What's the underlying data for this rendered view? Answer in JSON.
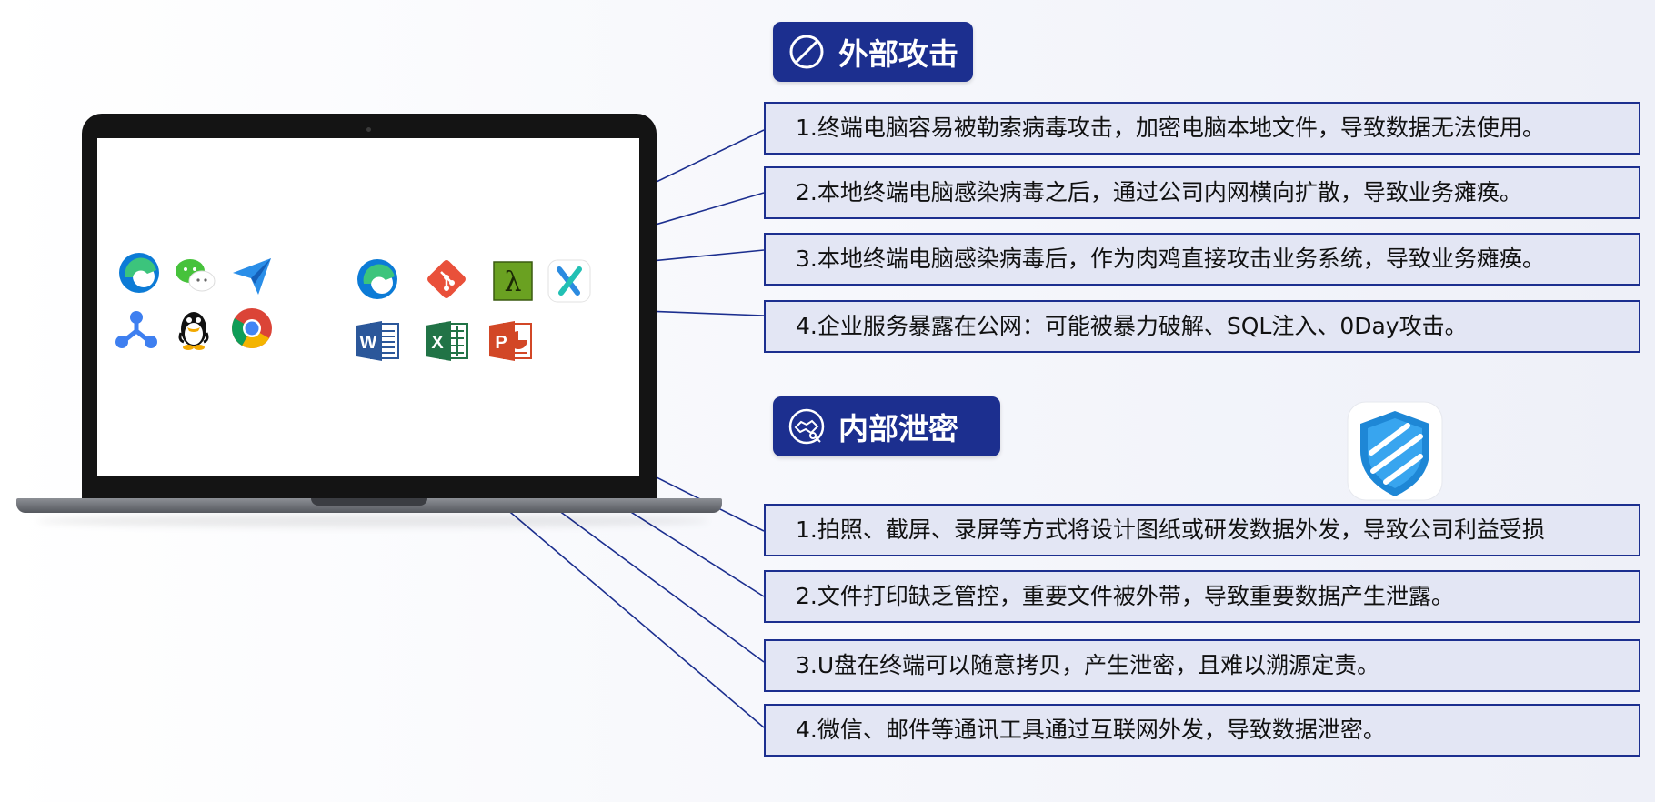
{
  "external_attack": {
    "title": "外部攻击",
    "items": [
      "1.终端电脑容易被勒索病毒攻击，加密电脑本地文件，导致数据无法使用。",
      "2.本地终端电脑感染病毒之后，通过公司内网横向扩散，导致业务瘫痪。",
      "3.本地终端电脑感染病毒后，作为肉鸡直接攻击业务系统，导致业务瘫痪。",
      "4.企业服务暴露在公网：可能被暴力破解、SQL注入、0Day攻击。"
    ]
  },
  "internal_leak": {
    "title": "内部泄密",
    "items": [
      "1.拍照、截屏、录屏等方式将设计图纸或研发数据外发，导致公司利益受损",
      "2.文件打印缺乏管控，重要文件被外带，导致重要数据产生泄露。",
      "3.U盘在终端可以随意拷贝，产生泄密，且难以溯源定责。",
      "4.微信、邮件等通讯工具通过互联网外发，导致数据泄密。"
    ]
  },
  "laptop_icons": {
    "left_group": [
      "edge-icon",
      "wechat-icon",
      "send-icon",
      "share-node-icon",
      "qq-icon",
      "chrome-icon"
    ],
    "right_group": [
      "edge-icon",
      "git-icon",
      "lambda-icon",
      "xmind-icon",
      "word-icon",
      "excel-icon",
      "powerpoint-icon"
    ]
  },
  "colors": {
    "accent": "#1c2f8f",
    "box_fill": "#e3e6f4",
    "shield": "#1e87d6"
  }
}
